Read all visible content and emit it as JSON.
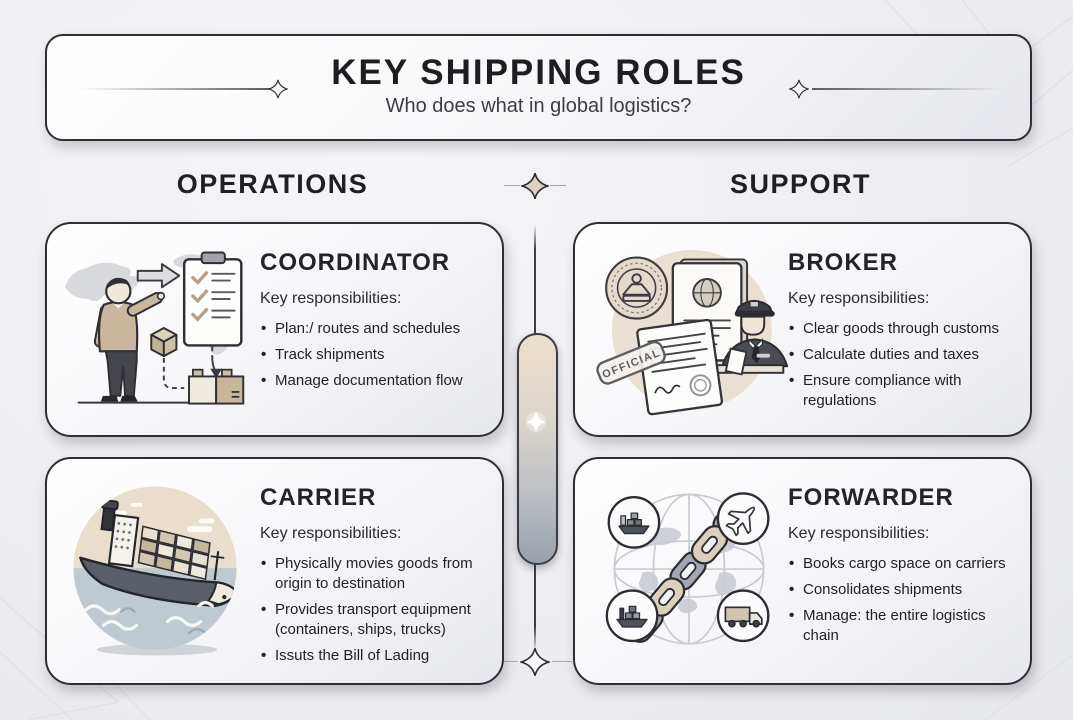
{
  "header": {
    "title": "KEY SHIPPING ROLES",
    "subtitle": "Who does what in global logistics?"
  },
  "columns": {
    "operations": "OPERATIONS",
    "support": "SUPPORT"
  },
  "cards": {
    "coordinator": {
      "title": "COORDINATOR",
      "section_label": "Key responsibilities:",
      "bullets": [
        "Plan:/ routes and schedules",
        "Track shipments",
        "Manage documentation flow"
      ],
      "illustration": "logistics coordinator pointing at a checklist clipboard with parcels and world map"
    },
    "broker": {
      "title": "BROKER",
      "section_label": "Key responsibilities:",
      "bullets": [
        "Clear goods through customs",
        "Calculate duties and taxes",
        "Ensure compliance with regulations"
      ],
      "stamp_label": "OFFICIAL",
      "illustration": "customs officer at desk reviewing stamped official documents"
    },
    "carrier": {
      "title": "CARRIER",
      "section_label": "Key responsibilities:",
      "bullets": [
        "Physically movies goods from origin to destination",
        "Provides transport equipment (containers, ships, trucks)",
        "Issuts the Bill of Lading"
      ],
      "illustration": "container ship sailing at sea in circular scene"
    },
    "forwarder": {
      "title": "FORWARDER",
      "section_label": "Key responsibilities:",
      "bullets": [
        "Books cargo space on carriers",
        "Consolidates shipments",
        "Manage: the entire logistics chain"
      ],
      "illustration": "chain links over a globe with ship, airplane and truck badges"
    }
  },
  "palette": {
    "background": "#ececf0",
    "card_border": "#2e2e34",
    "accent_beige": "#d9cebc",
    "accent_gray": "#9aa0a8",
    "text_dark": "#1f1f24"
  }
}
